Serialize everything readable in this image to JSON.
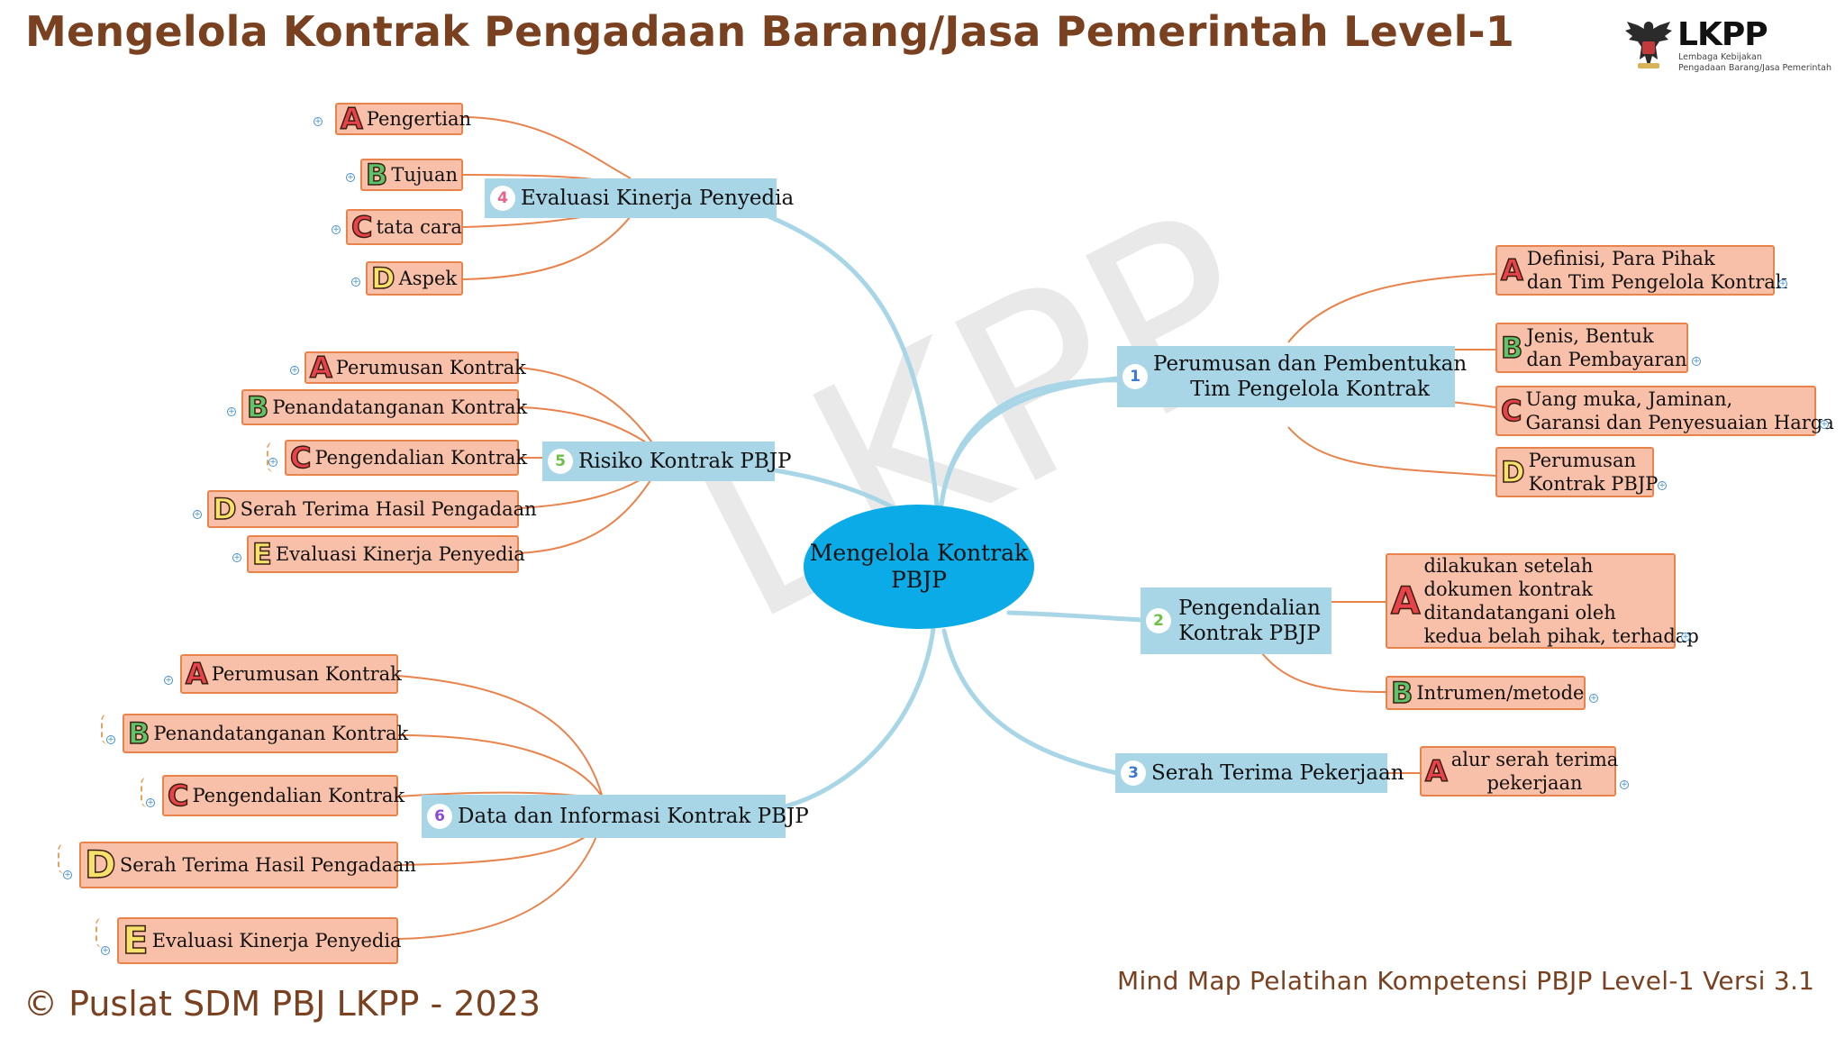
{
  "title": "Mengelola Kontrak Pengadaan Barang/Jasa Pemerintah Level-1",
  "logo": {
    "brand": "LKPP",
    "line1": "Lembaga Kebijakan",
    "line2": "Pengadaan Barang/Jasa Pemerintah",
    "emblem_icon": "garuda-icon"
  },
  "watermark": "LKPP",
  "center": {
    "line1": "Mengelola Kontrak",
    "line2": "PBJP"
  },
  "branches": [
    {
      "num": "1",
      "num_color": "#3a7bd5",
      "line1": "Perumusan dan Pembentukan",
      "line2": "Tim Pengelola Kontrak",
      "leaves": [
        {
          "letter": "A",
          "line1": "Definisi, Para Pihak",
          "line2": "dan Tim Pengelola Kontrak"
        },
        {
          "letter": "B",
          "line1": "Jenis, Bentuk",
          "line2": "dan Pembayaran"
        },
        {
          "letter": "C",
          "line1": "Uang muka, Jaminan,",
          "line2": "Garansi dan Penyesuaian Harga"
        },
        {
          "letter": "D",
          "line1": "Perumusan",
          "line2": "Kontrak PBJP"
        }
      ]
    },
    {
      "num": "2",
      "num_color": "#6cbf47",
      "line1": "Pengendalian",
      "line2": "Kontrak PBJP",
      "leaves": [
        {
          "letter": "A",
          "line1": "dilakukan setelah",
          "line2": "dokumen kontrak",
          "line3": "ditandatangani oleh",
          "line4": "kedua belah pihak, terhadap"
        },
        {
          "letter": "B",
          "text": "Intrumen/metode"
        }
      ]
    },
    {
      "num": "3",
      "num_color": "#3a7bd5",
      "text": "Serah Terima Pekerjaan",
      "leaves": [
        {
          "letter": "A",
          "line1": "alur serah terima",
          "line2": "pekerjaan"
        }
      ]
    },
    {
      "num": "4",
      "num_color": "#e8628a",
      "text": "Evaluasi Kinerja Penyedia",
      "leaves": [
        {
          "letter": "A",
          "text": "Pengertian"
        },
        {
          "letter": "B",
          "text": "Tujuan"
        },
        {
          "letter": "C",
          "text": "tata cara"
        },
        {
          "letter": "D",
          "text": "Aspek"
        }
      ]
    },
    {
      "num": "5",
      "num_color": "#6cbf47",
      "text": "Risiko Kontrak PBJP",
      "leaves": [
        {
          "letter": "A",
          "text": "Perumusan Kontrak"
        },
        {
          "letter": "B",
          "text": "Penandatanganan Kontrak"
        },
        {
          "letter": "C",
          "text": "Pengendalian Kontrak"
        },
        {
          "letter": "D",
          "text": "Serah Terima Hasil Pengadaan"
        },
        {
          "letter": "E",
          "text": "Evaluasi Kinerja Penyedia"
        }
      ]
    },
    {
      "num": "6",
      "num_color": "#8a4ad5",
      "text": "Data dan Informasi Kontrak PBJP",
      "leaves": [
        {
          "letter": "A",
          "text": "Perumusan Kontrak"
        },
        {
          "letter": "B",
          "text": "Penandatanganan Kontrak"
        },
        {
          "letter": "C",
          "text": "Pengendalian Kontrak"
        },
        {
          "letter": "D",
          "text": "Serah Terima Hasil Pengadaan"
        },
        {
          "letter": "E",
          "text": "Evaluasi Kinerja Penyedia"
        }
      ]
    }
  ],
  "colors": {
    "branch_link": "#a8d6e6",
    "leaf_link": "#e9834c",
    "center_fill": "#0aabe6",
    "title": "#7a4120"
  },
  "footer": {
    "copyright": "© Puslat SDM PBJ LKPP - 2023",
    "version": "Mind Map Pelatihan Kompetensi PBJP Level-1 Versi 3.1"
  }
}
